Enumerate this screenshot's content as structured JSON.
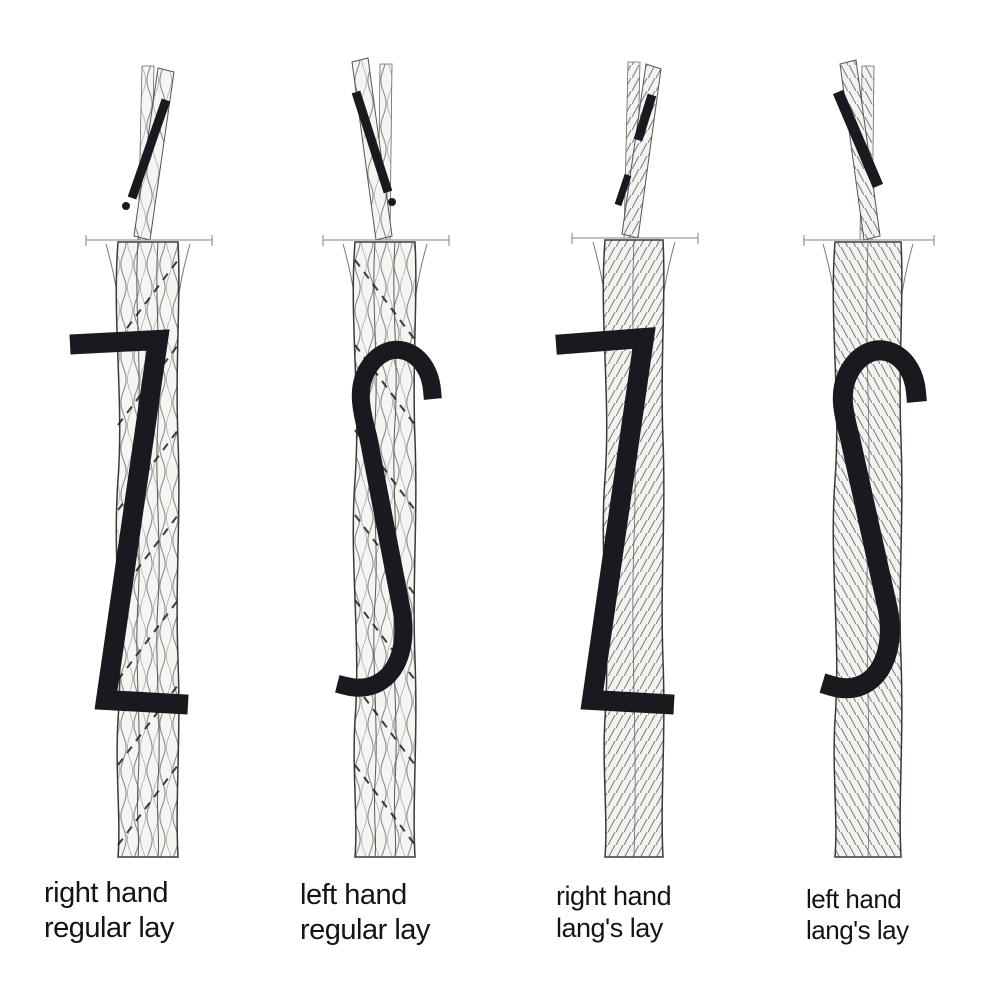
{
  "background": "#ffffff",
  "colors": {
    "ink": "#191920",
    "outline": "#3a3a3a",
    "texture": "#8e8e8e",
    "text": "#141414"
  },
  "figures": [
    {
      "id": "right-hand-regular-lay",
      "label": [
        "right hand",
        "regular lay"
      ],
      "mark": "Z",
      "lay": "regular"
    },
    {
      "id": "left-hand-regular-lay",
      "label": [
        "left hand",
        "regular lay"
      ],
      "mark": "S",
      "lay": "regular"
    },
    {
      "id": "right-hand-langs-lay",
      "label": [
        "right hand",
        "lang's lay"
      ],
      "mark": "Z",
      "lay": "lang"
    },
    {
      "id": "left-hand-langs-lay",
      "label": [
        "left hand",
        "lang's lay"
      ],
      "mark": "S",
      "lay": "lang"
    }
  ]
}
